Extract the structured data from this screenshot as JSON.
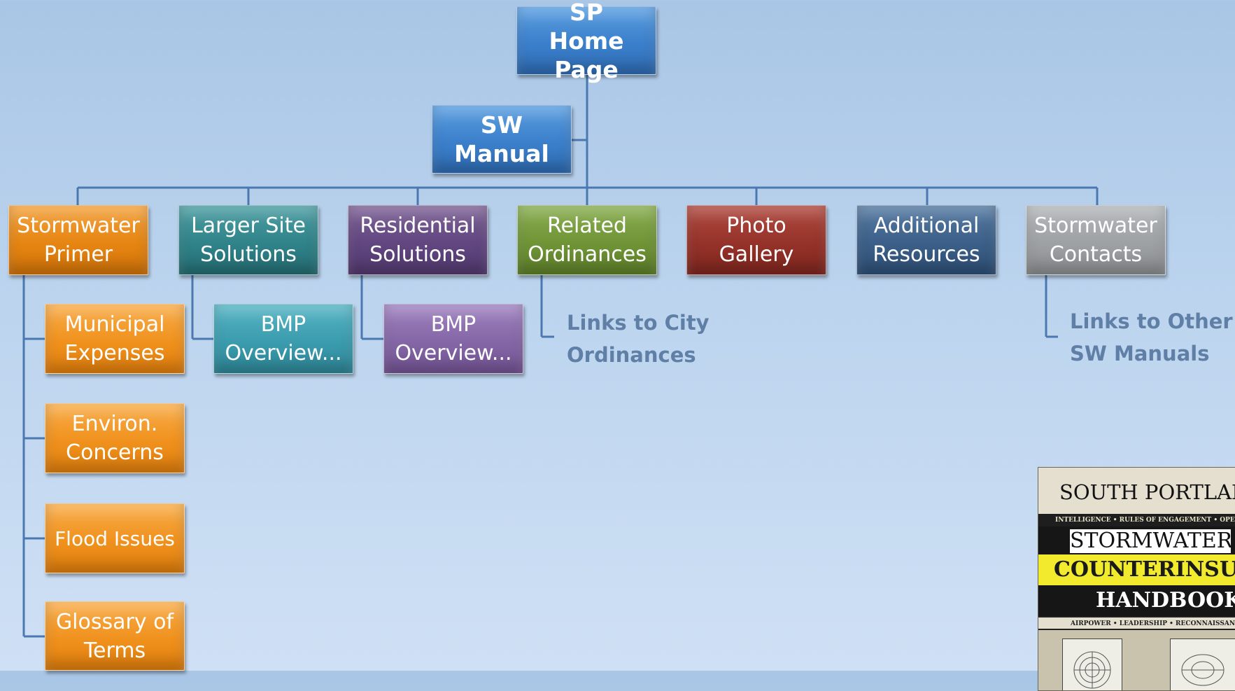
{
  "root": {
    "label": "SP Home Page"
  },
  "manual": {
    "label": "SW Manual"
  },
  "sections": [
    {
      "label": "Stormwater Primer"
    },
    {
      "label": "Larger Site Solutions"
    },
    {
      "label": "Residential Solutions"
    },
    {
      "label": "Related Ordinances"
    },
    {
      "label": "Photo Gallery"
    },
    {
      "label": "Additional Resources"
    },
    {
      "label": "Stormwater Contacts"
    }
  ],
  "primer_children": [
    {
      "label": "Municipal Expenses"
    },
    {
      "label": "Environ. Concerns"
    },
    {
      "label": "Flood Issues"
    },
    {
      "label": "Glossary of Terms"
    }
  ],
  "larger_site_children": [
    {
      "label": "BMP Overview..."
    }
  ],
  "residential_children": [
    {
      "label": "BMP Overview..."
    }
  ],
  "notes": {
    "ordinances": "Links to City\nOrdinances",
    "contacts": "Links to Other\nSW Manuals"
  },
  "cover": {
    "title": "SOUTH PORTLAN",
    "strip_top": "INTELLIGENCE • RULES OF ENGAGEMENT • OPERATI",
    "line1": "STORMWATER",
    "line2": "COUNTERINSURGENC",
    "line3": "HANDBOOK",
    "strip_bottom": "AIRPOWER • LEADERSHIP • RECONNAISSANCE"
  },
  "colors": {
    "connector": "#4a78b0",
    "note_text": "#5f7fa6",
    "background_top": "#a9c6e6",
    "background_bottom": "#cfe0f5"
  }
}
